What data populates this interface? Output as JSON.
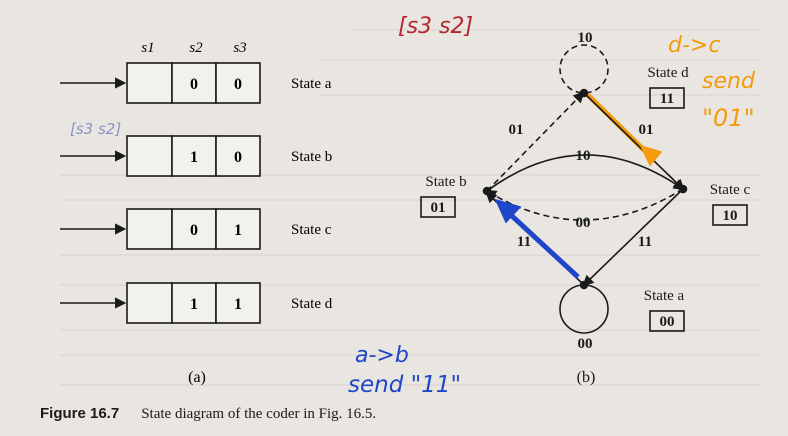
{
  "colors": {
    "paper": "#e9e6e1",
    "ink": "#1a1a1a",
    "red_annotation": "#b3262e",
    "orange_annotation": "#f59a0c",
    "blue_annotation": "#1f45c8",
    "light_blue_annotation": "#6f7fc2"
  },
  "panel_a": {
    "column_headers": [
      "s1",
      "s2",
      "s3"
    ],
    "rows": [
      {
        "s2": "0",
        "s3": "0",
        "label": "State a"
      },
      {
        "s2": "1",
        "s3": "0",
        "label": "State b"
      },
      {
        "s2": "0",
        "s3": "1",
        "label": "State c"
      },
      {
        "s2": "1",
        "s3": "1",
        "label": "State d"
      }
    ],
    "panel_label": "(a)"
  },
  "panel_b": {
    "states": [
      {
        "id": "a",
        "name": "State a",
        "code": "00"
      },
      {
        "id": "b",
        "name": "State b",
        "code": "01"
      },
      {
        "id": "c",
        "name": "State c",
        "code": "10"
      },
      {
        "id": "d",
        "name": "State d",
        "code": "11"
      }
    ],
    "edge_labels": {
      "d_self": "10",
      "b_to_d": "01",
      "d_to_c": "01",
      "b_to_c": "10",
      "c_to_b": "00",
      "a_to_b": "11",
      "c_to_a": "11",
      "a_self": "00"
    },
    "panel_label": "(b)"
  },
  "annotations": {
    "top_red": "[s3 s2]",
    "left_blue": "[s3 s2]",
    "orange_line1": "d->c",
    "orange_line2": "send",
    "orange_line3": "\"01\"",
    "blue_line1": "a->b",
    "blue_line2": "send \"11\""
  },
  "caption": {
    "figure": "Figure 16.7",
    "text": "State diagram of the coder in Fig. 16.5."
  }
}
